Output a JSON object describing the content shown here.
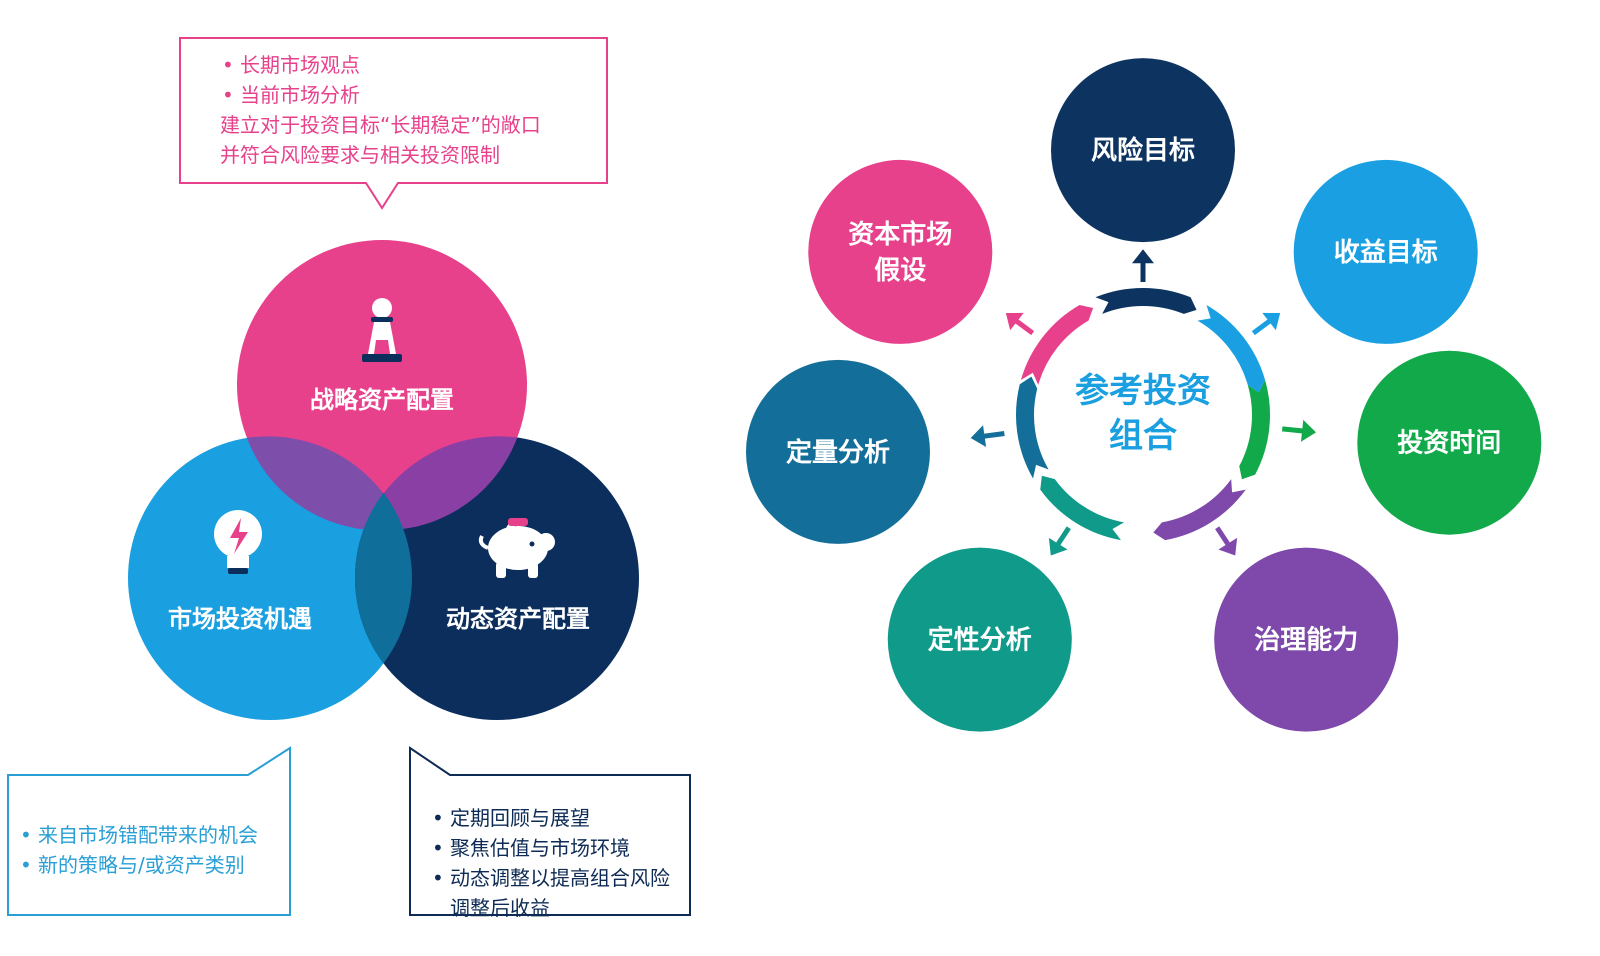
{
  "venn": {
    "circles": [
      {
        "id": "strategic",
        "label": "战略资产配置",
        "color": "#e8418c",
        "icon": "chess-pawn-icon"
      },
      {
        "id": "market",
        "label": "市场投资机遇",
        "color": "#1a9fe0",
        "icon": "lightbulb-icon"
      },
      {
        "id": "dynamic",
        "label": "动态资产配置",
        "color": "#0b2e5c",
        "icon": "piggy-bank-icon"
      }
    ],
    "overlap_colors": {
      "pink_blue": "#7e4eab",
      "pink_navy": "#8a3fa5",
      "blue_navy": "#0f6e9a"
    }
  },
  "callouts": {
    "top": {
      "bullets": [
        "长期市场观点",
        "当前市场分析"
      ],
      "lines": [
        "建立对于投资目标“长期稳定”的敞口",
        "并符合风险要求与相关投资限制"
      ],
      "color": "#e8418c"
    },
    "left": {
      "bullets": [
        "来自市场错配带来的机会",
        "新的策略与/或资产类别"
      ],
      "color": "#2a9fd6"
    },
    "right": {
      "bullets": [
        "定期回顾与展望",
        "聚焦估值与市场环境",
        "动态调整以提高组合风险调整后收益"
      ],
      "wrap_last": [
        "动态调整以提高组合风险",
        "调整后收益"
      ],
      "color": "#0d2b55"
    }
  },
  "cycle": {
    "center_label_lines": [
      "参考投资",
      "组合"
    ],
    "center_color": "#1a9fe0",
    "nodes": [
      {
        "label_lines": [
          "风险目标"
        ],
        "color": "#0d3461"
      },
      {
        "label_lines": [
          "收益目标"
        ],
        "color": "#1aa0e2"
      },
      {
        "label_lines": [
          "投资时间"
        ],
        "color": "#11a94a"
      },
      {
        "label_lines": [
          "治理能力"
        ],
        "color": "#7f48ab"
      },
      {
        "label_lines": [
          "定性分析"
        ],
        "color": "#0f9a8a"
      },
      {
        "label_lines": [
          "定量分析"
        ],
        "color": "#136f99"
      },
      {
        "label_lines": [
          "资本市场",
          "假设"
        ],
        "color": "#e8418c"
      }
    ]
  }
}
